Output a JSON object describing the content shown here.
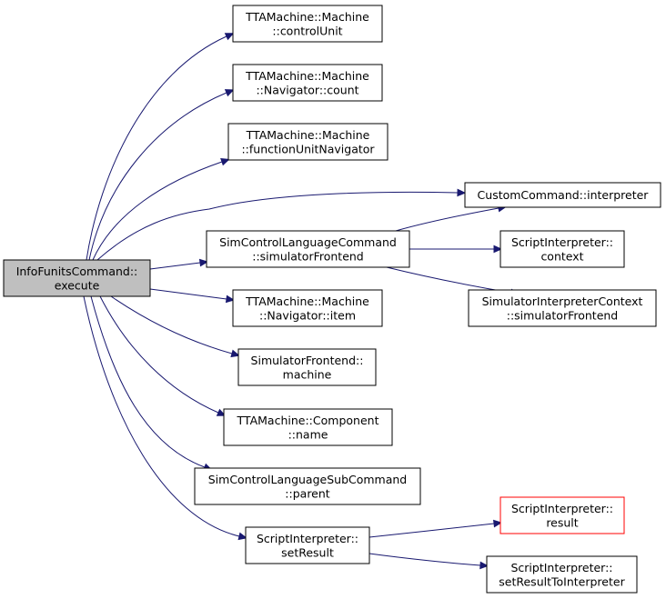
{
  "colors": {
    "edge": "#191970",
    "node_border": "#000000",
    "node_fill": "#ffffff",
    "root_fill": "#bfbfbf",
    "root_border": "#000000",
    "highlight_border": "#ff0000",
    "text": "#000000"
  },
  "nodes": {
    "root": [
      "InfoFunitsCommand::",
      "execute"
    ],
    "control_unit": [
      "TTAMachine::Machine",
      "::controlUnit"
    ],
    "navigator_count": [
      "TTAMachine::Machine",
      "::Navigator::count"
    ],
    "function_unit_navigator": [
      "TTAMachine::Machine",
      "::functionUnitNavigator"
    ],
    "custom_interpreter": [
      "CustomCommand::interpreter"
    ],
    "simcontrol_simulator_frontend": [
      "SimControlLanguageCommand",
      "::simulatorFrontend"
    ],
    "script_context": [
      "ScriptInterpreter::",
      "context"
    ],
    "simint_context_frontend": [
      "SimulatorInterpreterContext",
      "::simulatorFrontend"
    ],
    "navigator_item": [
      "TTAMachine::Machine",
      "::Navigator::item"
    ],
    "simfrontend_machine": [
      "SimulatorFrontend::",
      "machine"
    ],
    "component_name": [
      "TTAMachine::Component",
      "::name"
    ],
    "subcommand_parent": [
      "SimControlLanguageSubCommand",
      "::parent"
    ],
    "set_result": [
      "ScriptInterpreter::",
      "setResult"
    ],
    "script_result": [
      "ScriptInterpreter::",
      "result"
    ],
    "set_result_to_interpreter": [
      "ScriptInterpreter::",
      "setResultToInterpreter"
    ]
  },
  "edges": [
    [
      "root",
      "control_unit"
    ],
    [
      "root",
      "navigator_count"
    ],
    [
      "root",
      "function_unit_navigator"
    ],
    [
      "root",
      "custom_interpreter"
    ],
    [
      "root",
      "simcontrol_simulator_frontend"
    ],
    [
      "root",
      "navigator_item"
    ],
    [
      "root",
      "simfrontend_machine"
    ],
    [
      "root",
      "component_name"
    ],
    [
      "root",
      "subcommand_parent"
    ],
    [
      "root",
      "set_result"
    ],
    [
      "simcontrol_simulator_frontend",
      "custom_interpreter"
    ],
    [
      "simcontrol_simulator_frontend",
      "script_context"
    ],
    [
      "simcontrol_simulator_frontend",
      "simint_context_frontend"
    ],
    [
      "set_result",
      "script_result"
    ],
    [
      "set_result",
      "set_result_to_interpreter"
    ]
  ]
}
